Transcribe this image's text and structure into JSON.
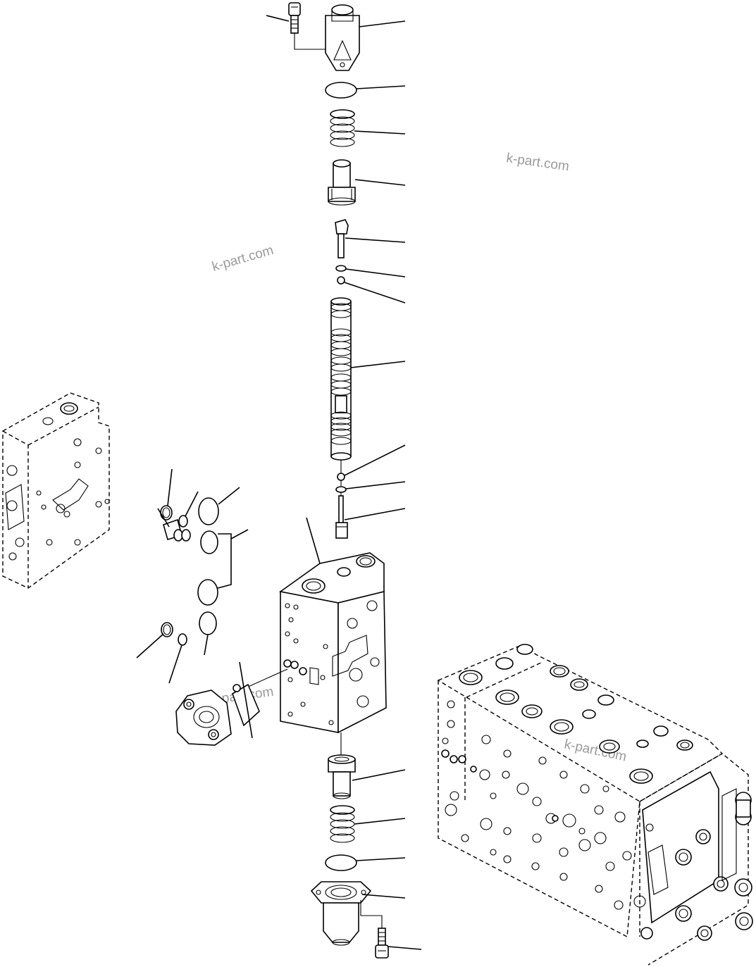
{
  "diagram": {
    "watermarks": [
      "k-part.com",
      "k-part.com",
      "k-part.com",
      "k-part.com"
    ]
  }
}
